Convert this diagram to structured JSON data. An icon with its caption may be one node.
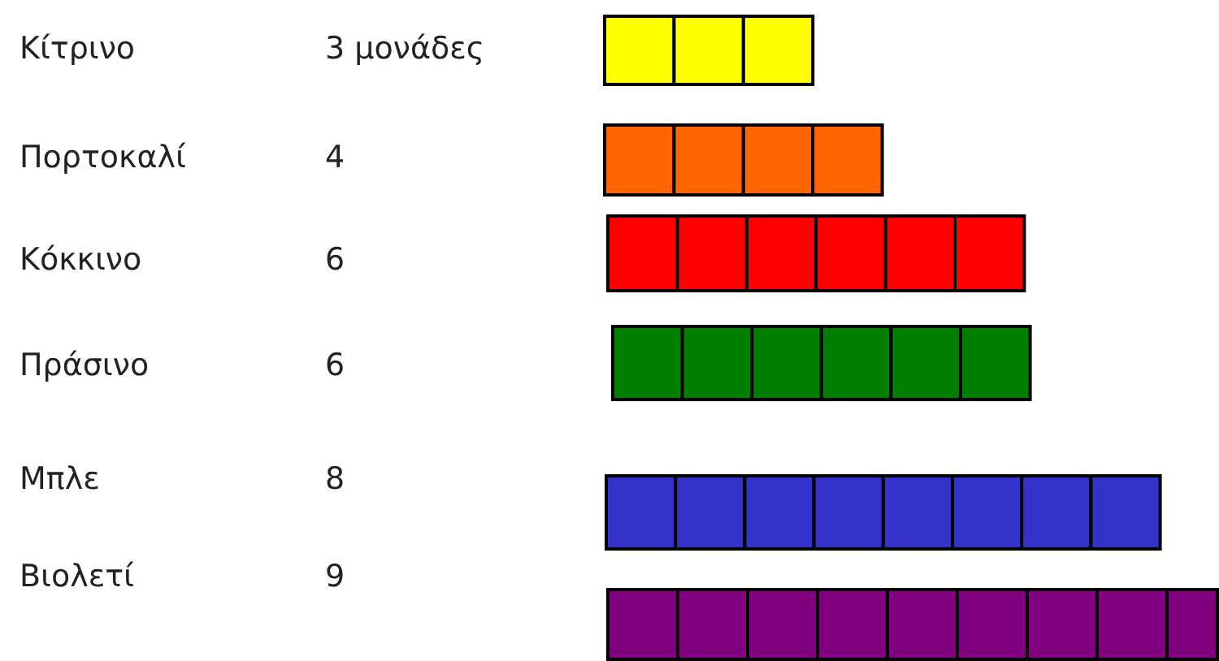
{
  "diagram": {
    "labels": [
      "Κίτρινο",
      "3 μονάδες",
      "Πορτοκαλί",
      "4",
      "Κόκκινο",
      "6",
      "Πράσινο",
      "6",
      "Μπλε",
      "8",
      "Βιολετί",
      "9"
    ]
  }
}
